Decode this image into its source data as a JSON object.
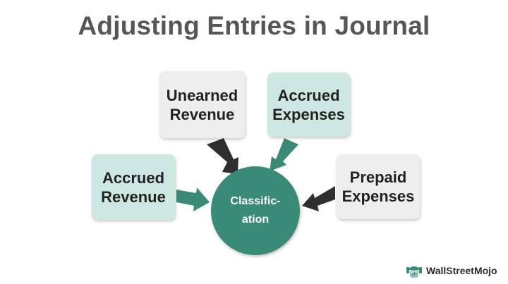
{
  "diagram": {
    "title": "Adjusting Entries in Journal",
    "center_line1": "Classific-",
    "center_line2": "ation",
    "boxes": {
      "unearned_revenue": {
        "line1": "Unearned",
        "line2": "Revenue"
      },
      "accrued_expenses": {
        "line1": "Accrued",
        "line2": "Expenses"
      },
      "accrued_revenue": {
        "line1": "Accrued",
        "line2": "Revenue"
      },
      "prepaid_expenses": {
        "line1": "Prepaid",
        "line2": "Expenses"
      }
    }
  },
  "brand": {
    "name": "WallStreetMojo"
  },
  "colors": {
    "teal": "#3a8a78",
    "teal_light": "#cde8e0",
    "gray_box": "#eeeeee",
    "dark_arrow": "#2f2f2f",
    "title_gray": "#565656"
  }
}
